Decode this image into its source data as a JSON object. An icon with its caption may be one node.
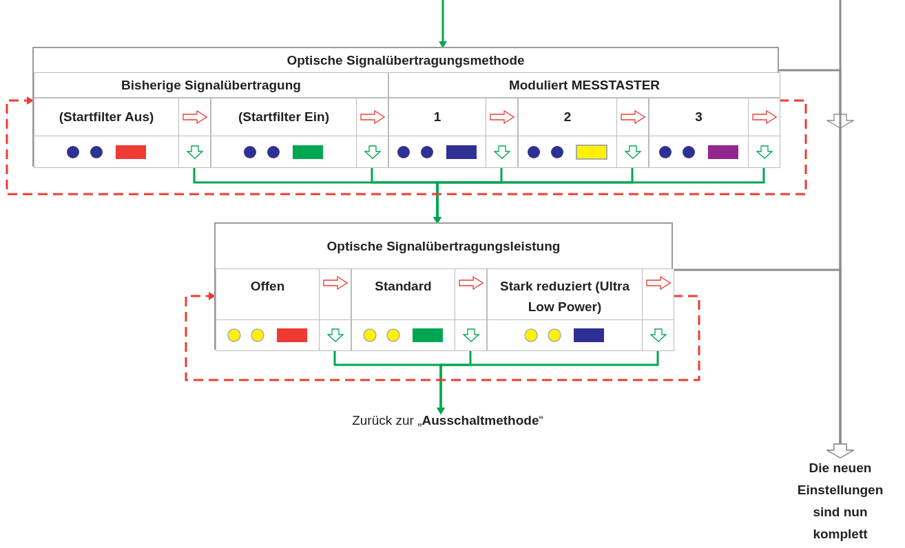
{
  "diagram": {
    "nodes": [
      {
        "text": [
          "Optische Signalübertragungsmethode"
        ]
      },
      {
        "text": [
          "Bisherige Signalübertragung"
        ],
        "in": 0
      },
      {
        "text": [
          "Moduliert MESSTASTER"
        ],
        "in": 0
      },
      {
        "text": [
          "(Startfilter Aus)"
        ],
        "in": 0
      },
      {
        "text": [
          "(Startfilter Ein)"
        ],
        "in": 0
      },
      {
        "text": [
          "1"
        ],
        "in": 0
      },
      {
        "text": [
          "2"
        ],
        "in": 0
      },
      {
        "text": [
          "3"
        ],
        "in": 0
      },
      {
        "text": [
          "Optische Signalübertragungsleistung"
        ]
      },
      {
        "text": [
          "Offen"
        ],
        "in": 8
      },
      {
        "text": [
          "Standard"
        ],
        "in": 8
      },
      {
        "text": [
          "Stark reduziert (Ultra Low Power)"
        ],
        "in": 8
      },
      {
        "text": [
          "Zurück zur „**Ausschaltmethode**“"
        ]
      },
      {
        "text": [
          "Die neuen Einstellungen sind nun komplett"
        ]
      }
    ],
    "edges": [
      {
        "from": null,
        "to": 0,
        "arrow": "to"
      },
      {
        "from": 3,
        "to": 8,
        "arrow": "to"
      },
      {
        "from": 4,
        "to": 8,
        "arrow": "to"
      },
      {
        "from": 5,
        "to": 8,
        "arrow": "to"
      },
      {
        "from": 6,
        "to": 8,
        "arrow": "to"
      },
      {
        "from": 7,
        "to": 8,
        "arrow": "to"
      },
      {
        "from": 7,
        "to": 3,
        "arrow": "to",
        "style": "dashed",
        "color": "#ee3b33"
      },
      {
        "from": 9,
        "to": 12,
        "arrow": "to"
      },
      {
        "from": 10,
        "to": 12,
        "arrow": "to"
      },
      {
        "from": 11,
        "to": 12,
        "arrow": "to"
      },
      {
        "from": 11,
        "to": 9,
        "arrow": "to",
        "style": "dashed",
        "color": "#ee3b33"
      },
      {
        "from": null,
        "to": 13,
        "arrow": "to",
        "color": "#8c8c8c"
      },
      {
        "from": 0,
        "to": 13,
        "arrow": "to",
        "color": "#8c8c8c"
      },
      {
        "from": 8,
        "to": 13,
        "arrow": "to",
        "color": "#8c8c8c"
      }
    ]
  }
}
